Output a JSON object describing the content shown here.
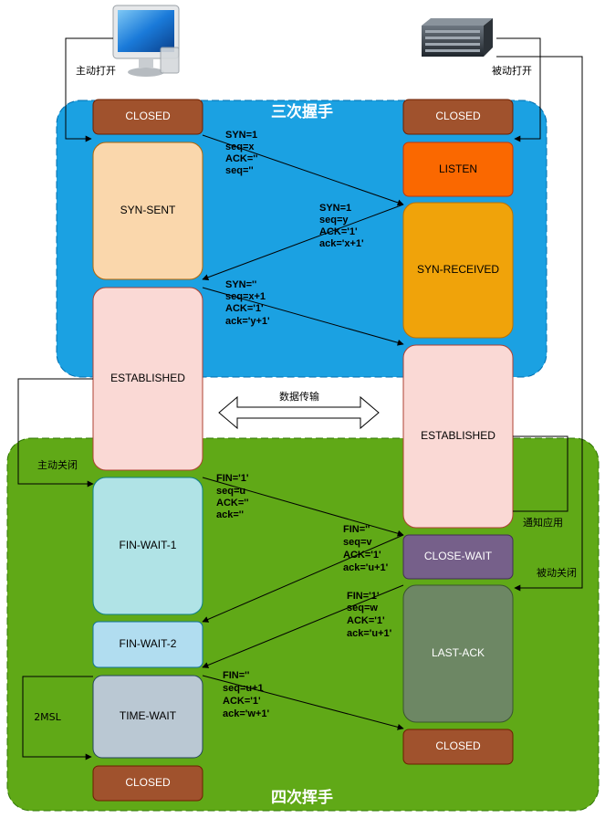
{
  "regions": {
    "handshake_title": "三次握手",
    "wave_title": "四次挥手"
  },
  "states": {
    "client_closed": "CLOSED",
    "syn_sent": "SYN-SENT",
    "client_established": "ESTABLISHED",
    "fin_wait_1": "FIN-WAIT-1",
    "fin_wait_2": "FIN-WAIT-2",
    "time_wait": "TIME-WAIT",
    "client_closed_end": "CLOSED",
    "server_closed": "CLOSED",
    "listen": "LISTEN",
    "syn_received": "SYN-RECEIVED",
    "server_established": "ESTABLISHED",
    "close_wait": "CLOSE-WAIT",
    "last_ack": "LAST-ACK",
    "server_closed_end": "CLOSED"
  },
  "packets": {
    "p1": [
      "SYN=1",
      "seq=x",
      "ACK=''",
      "seq=''"
    ],
    "p2": [
      "SYN=1",
      "seq=y",
      "ACK='1'",
      "ack='x+1'"
    ],
    "p3": [
      "SYN=''",
      "seq=x+1",
      "ACK='1'",
      "ack='y+1'"
    ],
    "p4": [
      "FIN='1'",
      "seq=u",
      "ACK=''",
      "ack=''"
    ],
    "p5": [
      "FIN=''",
      "seq=v",
      "ACK='1'",
      "ack='u+1'"
    ],
    "p6": [
      "FIN='1'",
      "seq=w",
      "ACK='1'",
      "ack='u+1'"
    ],
    "p7": [
      "FIN=''",
      "seq=u+1",
      "ACK='1'",
      "ack='w+1'"
    ]
  },
  "labels": {
    "active_open": "主动打开",
    "passive_open": "被动打开",
    "data_transfer": "数据传输",
    "active_close": "主动关闭",
    "notify_app": "通知应用",
    "passive_close": "被动关闭",
    "msl": "2MSL"
  },
  "colors": {
    "handshake_bg": "#1ba1e2",
    "wave_bg": "#60a917",
    "closed": "#a0522d",
    "syn_sent": "#fad7ac",
    "established": "#fad9d5",
    "listen": "#fa6800",
    "syn_received": "#f0a30a",
    "fin_wait": "#b1ddf0",
    "time_wait": "#bac8d3",
    "close_wait": "#76608a",
    "last_ack": "#6d8764"
  },
  "icons": {
    "client": "desktop-computer-icon",
    "server": "server-rack-icon"
  }
}
